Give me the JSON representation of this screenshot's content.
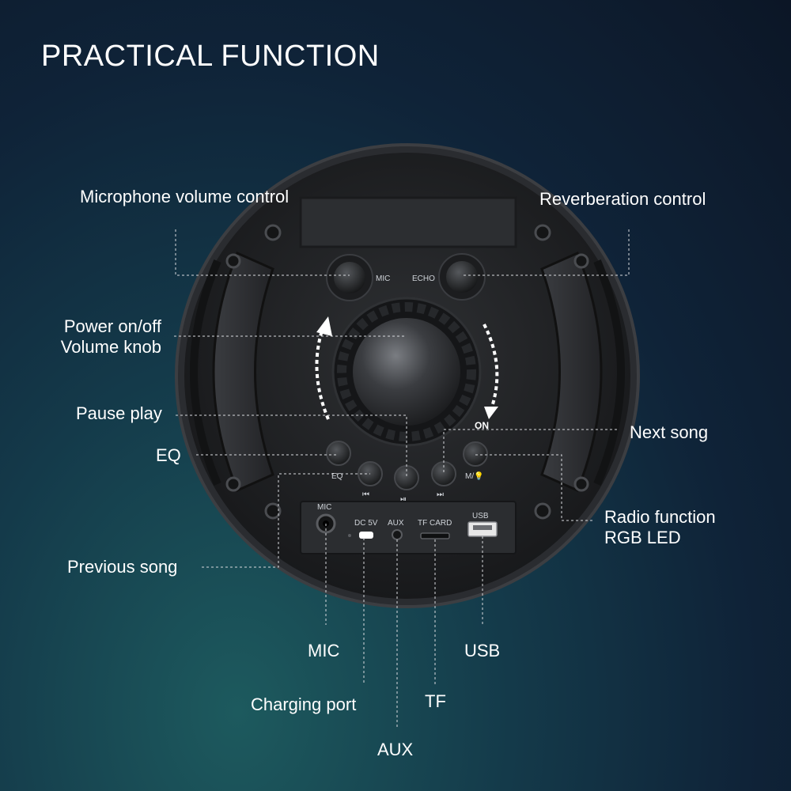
{
  "title": "PRACTICAL FUNCTION",
  "labels": {
    "mic_volume": "Microphone volume control",
    "reverb": "Reverberation control",
    "power_line1": "Power on/off",
    "power_line2": "Volume knob",
    "pause_play": "Pause play",
    "eq": "EQ",
    "next_song": "Next song",
    "radio_line1": "Radio function",
    "radio_line2": "RGB LED",
    "previous_song": "Previous song",
    "mic": "MIC",
    "usb": "USB",
    "charging_port": "Charging port",
    "tf": "TF",
    "aux": "AUX"
  },
  "panel": {
    "knob_mic": "MIC",
    "knob_echo": "ECHO",
    "on": "ON",
    "eq_btn": "EQ",
    "mode_btn": "M/💡",
    "port_mic": "MIC",
    "port_dc": "DC 5V",
    "port_aux": "AUX",
    "port_tf": "TF CARD",
    "port_usb": "USB"
  },
  "colors": {
    "body": "#232528",
    "rim": "#303236",
    "accent_text": "#ffffff"
  },
  "icons": [
    "prev-track-icon",
    "play-pause-icon",
    "next-track-icon",
    "light-bulb-icon",
    "rotate-arrow-icon"
  ]
}
